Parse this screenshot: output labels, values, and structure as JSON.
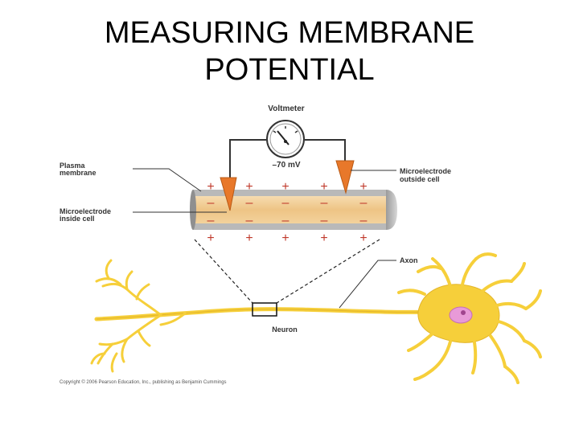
{
  "slide": {
    "title": "MEASURING MEMBRANE POTENTIAL"
  },
  "diagram": {
    "voltmeter_label": "Voltmeter",
    "voltage_reading": "–70 mV",
    "plasma_membrane_label_line1": "Plasma",
    "plasma_membrane_label_line2": "membrane",
    "microelectrode_inside_line1": "Microelectrode",
    "microelectrode_inside_line2": "inside cell",
    "microelectrode_outside_line1": "Microelectrode",
    "microelectrode_outside_line2": "outside cell",
    "axon_label": "Axon",
    "neuron_label": "Neuron",
    "plus_sign": "+",
    "minus_sign": "–",
    "copyright": "Copyright © 2006 Pearson Education, Inc., publishing as Benjamin Cummings"
  },
  "colors": {
    "electrode": "#e8782a",
    "axon_fill": "#f0c98a",
    "membrane_gray": "#b9b9b9",
    "neuron_yellow": "#f6cf3a",
    "nucleus": "#e89ad8",
    "sign_red": "#c0392b"
  }
}
